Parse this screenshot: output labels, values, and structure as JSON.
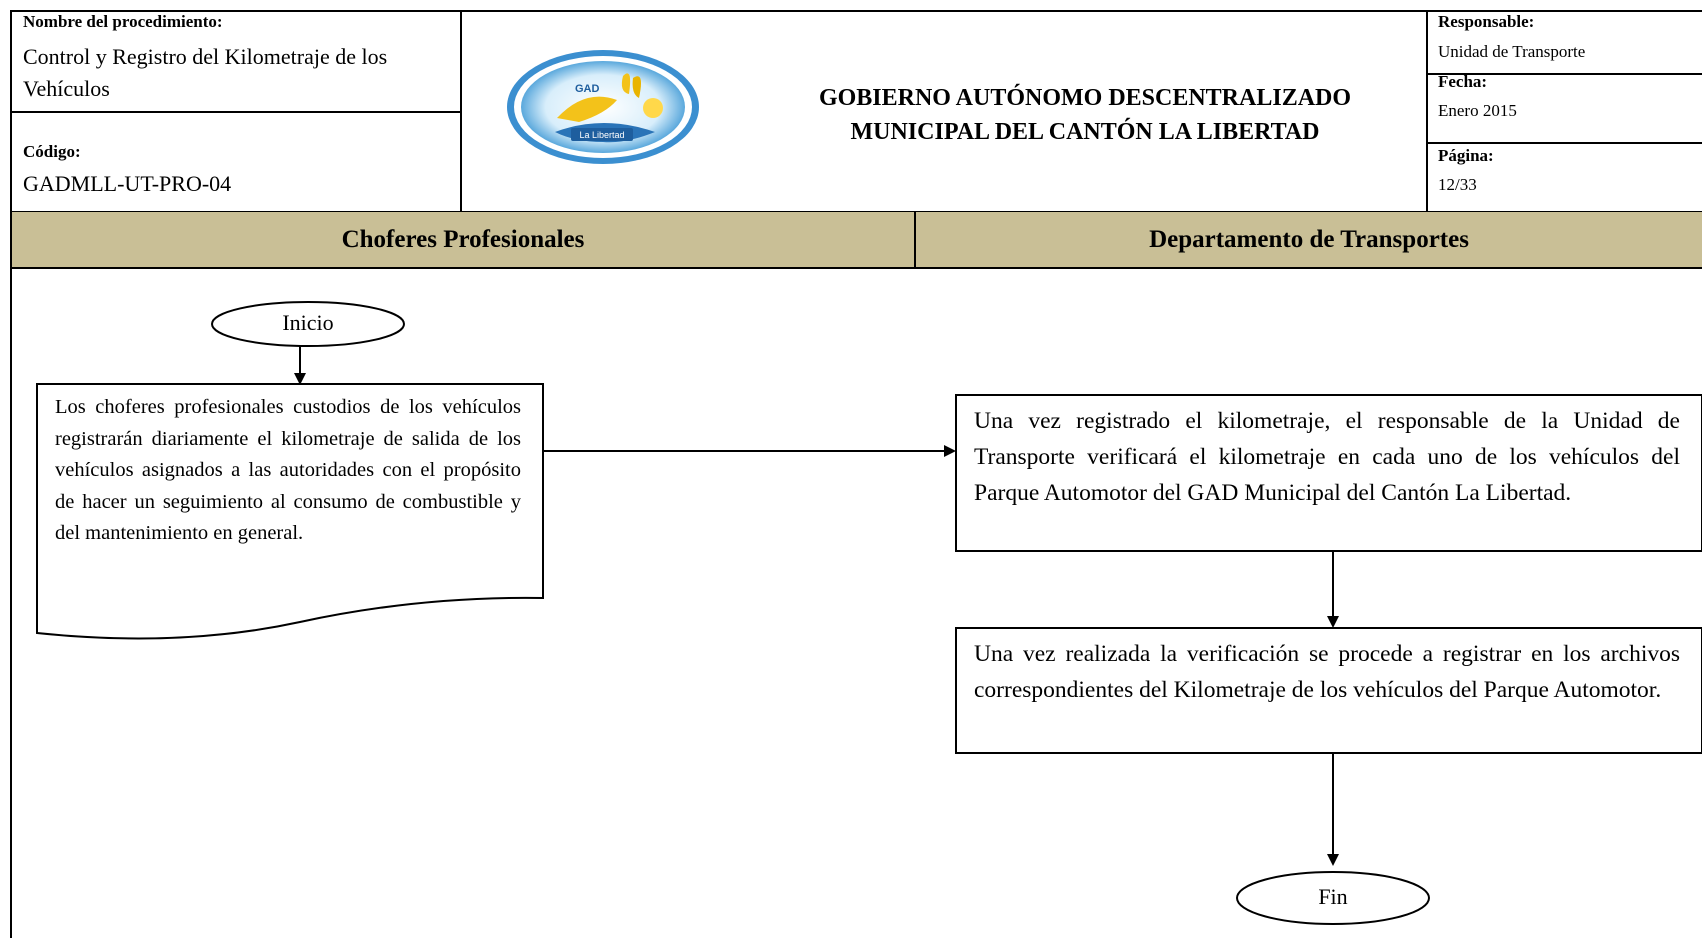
{
  "header": {
    "procedure_label": "Nombre del procedimiento:",
    "procedure_name": "Control y Registro del Kilometraje de los Vehículos",
    "code_label": "Código:",
    "code_value": "GADMLL-UT-PRO-04",
    "logo_top_text": "GAD",
    "logo_bottom_text": "La Libertad",
    "org_title_line1": "GOBIERNO AUTÓNOMO DESCENTRALIZADO",
    "org_title_line2": "MUNICIPAL DEL CANTÓN LA LIBERTAD",
    "responsible_label": "Responsable:",
    "responsible_value": "Unidad de Transporte",
    "date_label": "Fecha:",
    "date_value": "Enero 2015",
    "page_label": "Página:",
    "page_value": "12/33"
  },
  "lanes": {
    "left": "Choferes Profesionales",
    "right": "Departamento de Transportes"
  },
  "flow": {
    "start": "Inicio",
    "step1": "Los choferes profesionales custodios de los vehículos registrarán diariamente el kilometraje de salida de los vehículos asignados a las autoridades con el propósito de hacer un seguimiento al consumo de combustible y del mantenimiento en general.",
    "step2": "Una vez registrado el kilometraje, el responsable de la Unidad de Transporte verificará el kilometraje en cada uno de los vehículos del Parque Automotor del GAD Municipal del Cantón La Libertad.",
    "step3": "Una vez realizada la verificación se procede a registrar en los archivos correspondientes del Kilometraje de los vehículos del Parque Automotor.",
    "end": "Fin"
  },
  "colors": {
    "lane_header_bg": "#c9bf96",
    "line": "#000000",
    "logo_blue": "#5aa8dc",
    "logo_yellow": "#f3c21a"
  }
}
